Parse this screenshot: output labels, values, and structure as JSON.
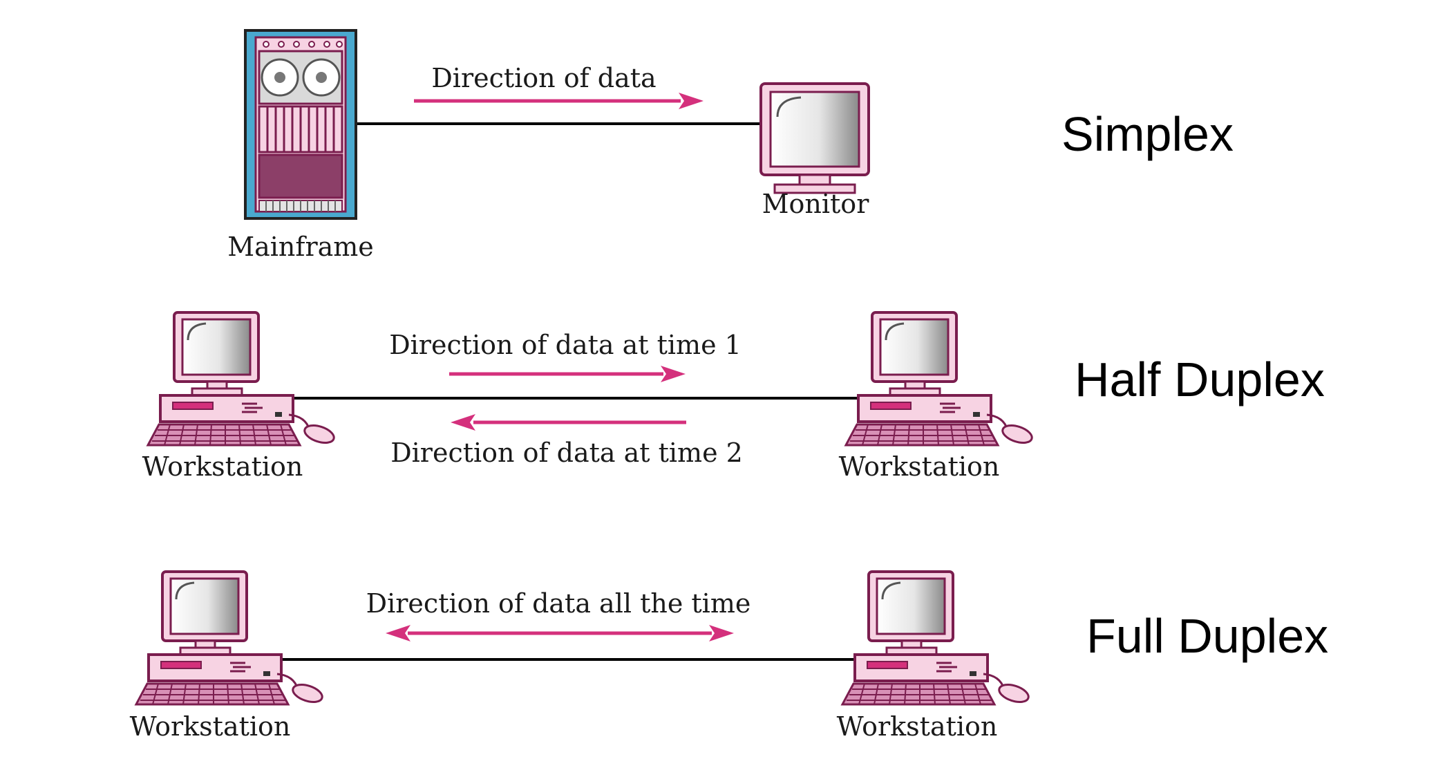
{
  "colors": {
    "arrow": "#d4307c",
    "device_fill": "#f7d3e3",
    "device_dark": "#8c3f68",
    "device_stroke": "#7a1d4e",
    "mainframe_frame": "#4aa9cf",
    "cable": "#000000",
    "title_text": "#000000"
  },
  "simplex": {
    "title": "Simplex",
    "sender_label": "Mainframe",
    "receiver_label": "Monitor",
    "arrow_label": "Direction of data",
    "arrow_direction": "right"
  },
  "half_duplex": {
    "title": "Half Duplex",
    "left_label": "Workstation",
    "right_label": "Workstation",
    "arrow_label_1": "Direction of data at time 1",
    "arrow_label_2": "Direction of data at time 2",
    "arrow_1_direction": "right",
    "arrow_2_direction": "left"
  },
  "full_duplex": {
    "title": "Full Duplex",
    "left_label": "Workstation",
    "right_label": "Workstation",
    "arrow_label": "Direction of data all the time",
    "arrow_direction": "both"
  }
}
